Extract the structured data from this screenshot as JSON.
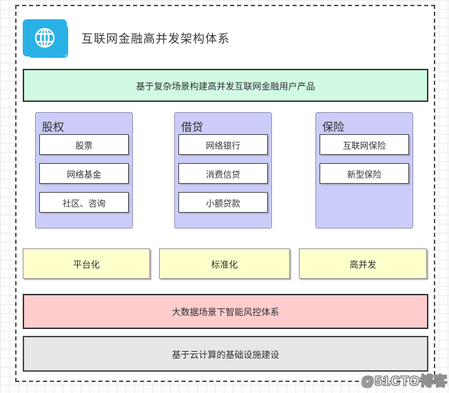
{
  "header": {
    "title": "互联网金融高并发架构体系"
  },
  "top_banner": {
    "label": "基于复杂场景构建高并发互联网金融用户产品"
  },
  "groups": [
    {
      "title": "股权",
      "items": [
        "股票",
        "网络基金",
        "社区、咨询"
      ]
    },
    {
      "title": "借贷",
      "items": [
        "网络银行",
        "消费信贷",
        "小额贷款"
      ]
    },
    {
      "title": "保险",
      "items": [
        "互联网保险",
        "新型保险"
      ]
    }
  ],
  "capabilities": [
    "平台化",
    "标准化",
    "高并发"
  ],
  "risk_banner": {
    "label": "大数据场景下智能风控体系"
  },
  "infra_banner": {
    "label": "基于云计算的基础设施建设"
  },
  "watermark": "@51CTO博客",
  "colors": {
    "icon_blue": "#29b1e6",
    "banner_green": "#d1fae2",
    "group_purple": "#cbcdf8",
    "capability_yellow": "#ffffcc",
    "risk_pink": "#ffcdcd",
    "infra_gray": "#e7e7e7"
  }
}
